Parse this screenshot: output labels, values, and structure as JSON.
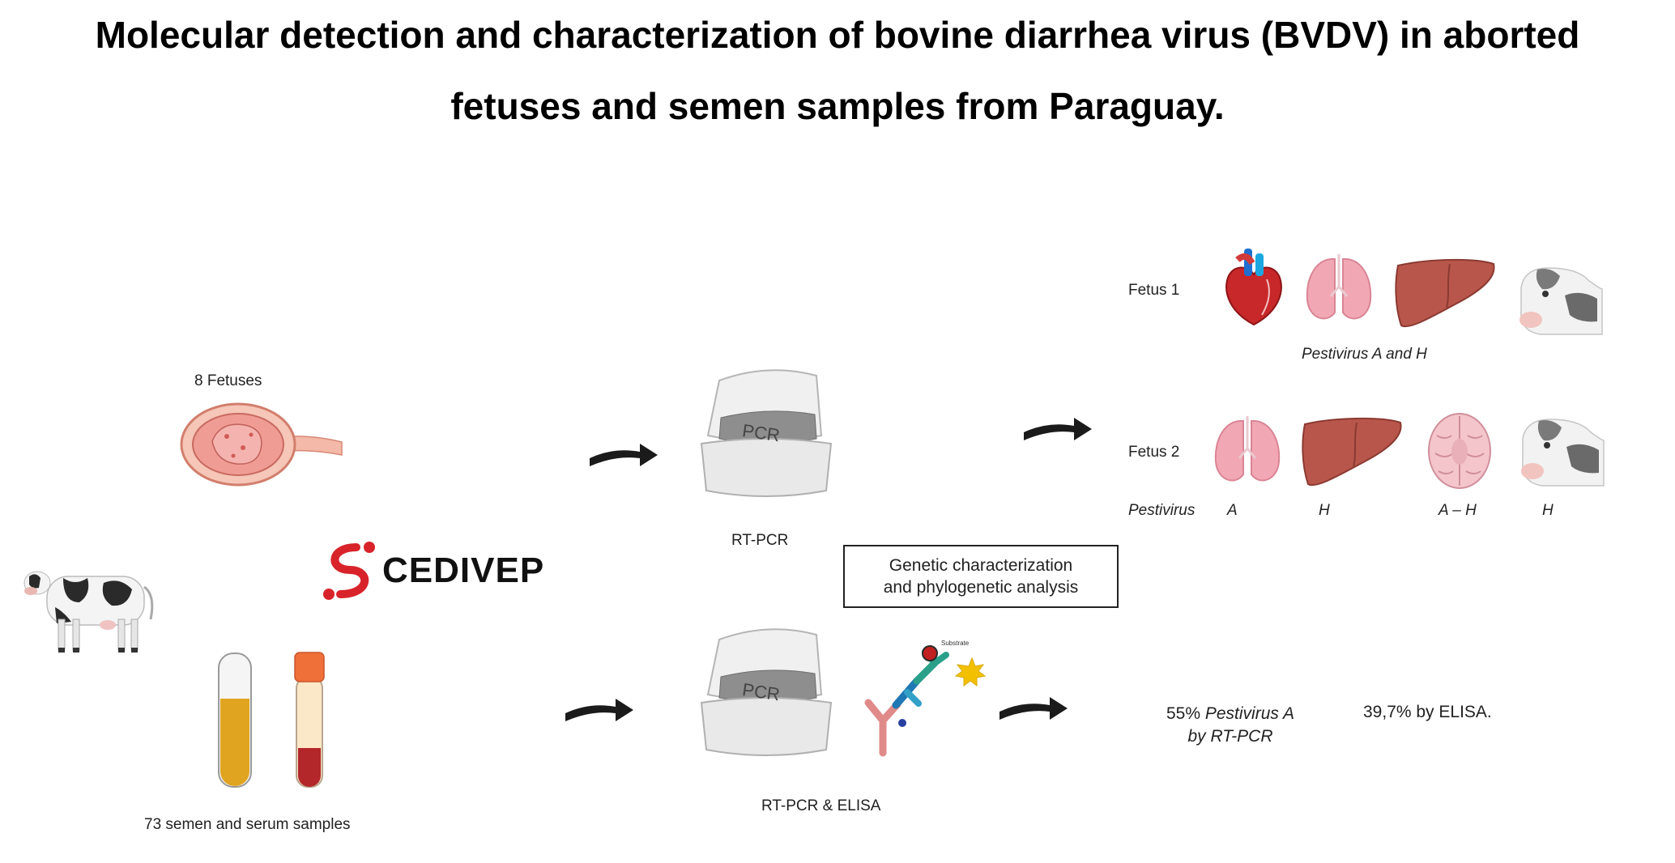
{
  "title": {
    "line1": "Molecular detection and characterization of bovine diarrhea virus (BVDV) in aborted",
    "line2": "fetuses and semen samples from  Paraguay."
  },
  "logo": {
    "text": "CEDIVEP"
  },
  "labels": {
    "fetuses_count": "8 Fetuses",
    "samples_count": "73 semen and serum samples",
    "rt_pcr": "RT-PCR",
    "rt_pcr_elisa": "RT-PCR & ELISA",
    "pcr_device_text": "PCR",
    "substrate": "Substrate"
  },
  "analysis_box": {
    "line1": "Genetic characterization",
    "line2": "and phylogenetic analysis"
  },
  "fetus1": {
    "label": "Fetus 1",
    "result_italic": "Pestivirus A",
    "result_plain": " and H"
  },
  "fetus2": {
    "label": "Fetus 2",
    "pestivirus_label": "Pestivirus",
    "organ_results": [
      "A",
      "H",
      "A – H",
      "H"
    ]
  },
  "samples_result": {
    "pct_pre": "55% ",
    "pct_italic": "Pestivirus A",
    "by_rtpcr": "by RT-PCR",
    "elisa": "39,7% by ELISA."
  },
  "colors": {
    "tube_yellow": "#e0a421",
    "tube_cap": "#f0703a",
    "blood_red": "#b3262a",
    "logo_red": "#d8232a",
    "organ_pink": "#f2a8b4",
    "liver_brown": "#b9564b",
    "arrow_dark": "#1b1b1b"
  },
  "icons": [
    "cow-icon",
    "uterus-fetus-icon",
    "test-tube-icon",
    "pcr-machine-icon",
    "antibody-icon",
    "heart-icon",
    "lungs-icon",
    "liver-icon",
    "brain-icon",
    "calf-face-icon",
    "arrow-icon"
  ]
}
